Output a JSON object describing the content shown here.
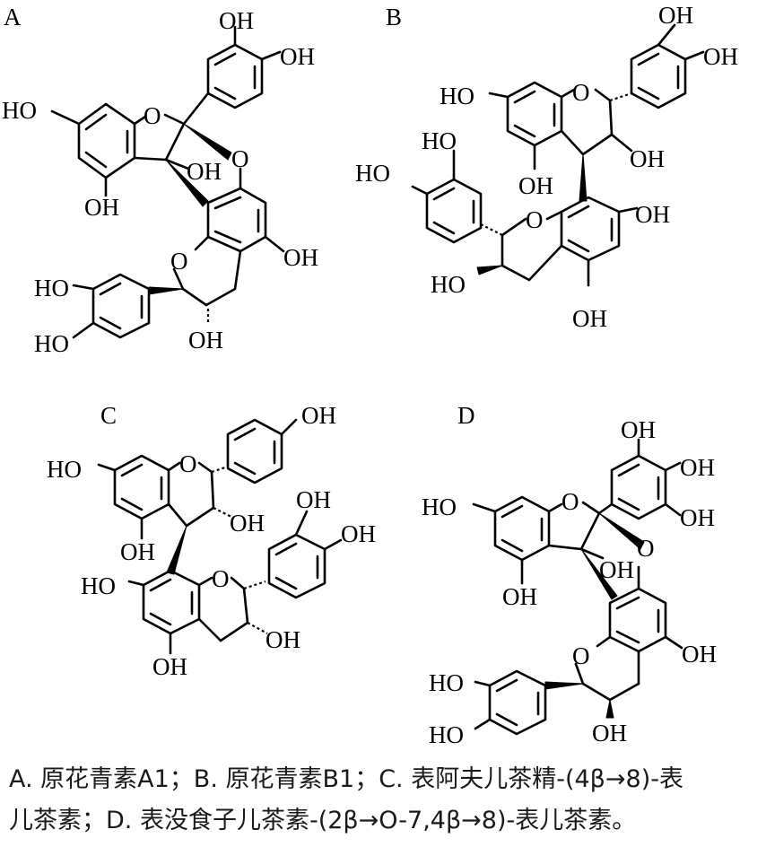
{
  "panels": [
    {
      "letter": "A"
    },
    {
      "letter": "B"
    },
    {
      "letter": "C"
    },
    {
      "letter": "D"
    }
  ],
  "atoms": {
    "oh": "OH",
    "ho": "HO",
    "o": "O"
  },
  "caption": {
    "line1": "A. 原花青素A1；B. 原花青素B1；C. 表阿夫儿茶精-(4β→8)-表",
    "line2": "儿茶素；D.  表没食子儿茶素-(2β→O-7,4β→8)-表儿茶素。"
  }
}
